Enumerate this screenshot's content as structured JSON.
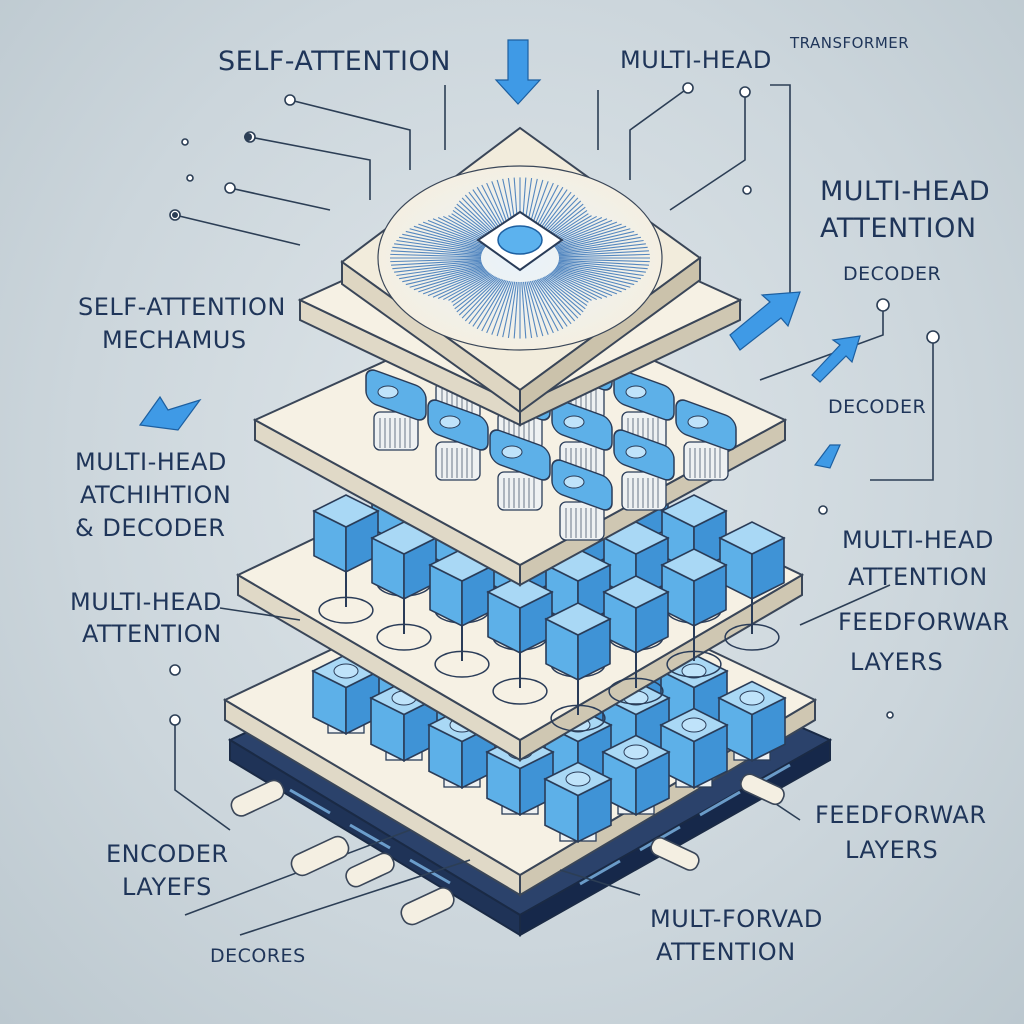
{
  "labels": {
    "self_attention_top": "Self-Attention",
    "multi_head_top": "Multi-Head",
    "transformer": "Transformer",
    "multi_head_attention_right": "Multi-Head",
    "multi_head_attention_right_2": "Attention",
    "decoder_right_1": "Decoder",
    "decoder_right_2": "Decoder",
    "self_attention_left_1": "Self-Attention",
    "self_attention_left_2": "Mechamus",
    "multi_head_left_1": "Multi-Head",
    "multi_head_left_2": "Atchihtion",
    "multi_head_left_3": "& Decoder",
    "multi_head_left_b1": "Multi-Head",
    "multi_head_left_b2": "Attention",
    "multi_head_right_b1": "Multi-Head",
    "multi_head_right_b2": "Attention",
    "feedforward_right_1": "FeedForwar",
    "feedforward_right_2": "Layers",
    "feedforward_right_b1": "FeedForwar",
    "feedforward_right_b2": "Layers",
    "encoder_left_1": "Encoder",
    "encoder_left_2": "Layefs",
    "decores_bottom": "Decores",
    "multi_forvad_1": "Mult-Forvad",
    "multi_forvad_2": "Attention"
  },
  "colors": {
    "background": "#ccd6dc",
    "text": "#1f3559",
    "plate": "#f6f1e4",
    "cube": "#5db0e8",
    "base": "#23385e",
    "accent_arrow": "#3f9ae6"
  },
  "icons": [
    "down-arrow-icon",
    "right-arrow-icon",
    "left-arrow-icon",
    "chip-fan-icon",
    "connector-plug-icon"
  ]
}
